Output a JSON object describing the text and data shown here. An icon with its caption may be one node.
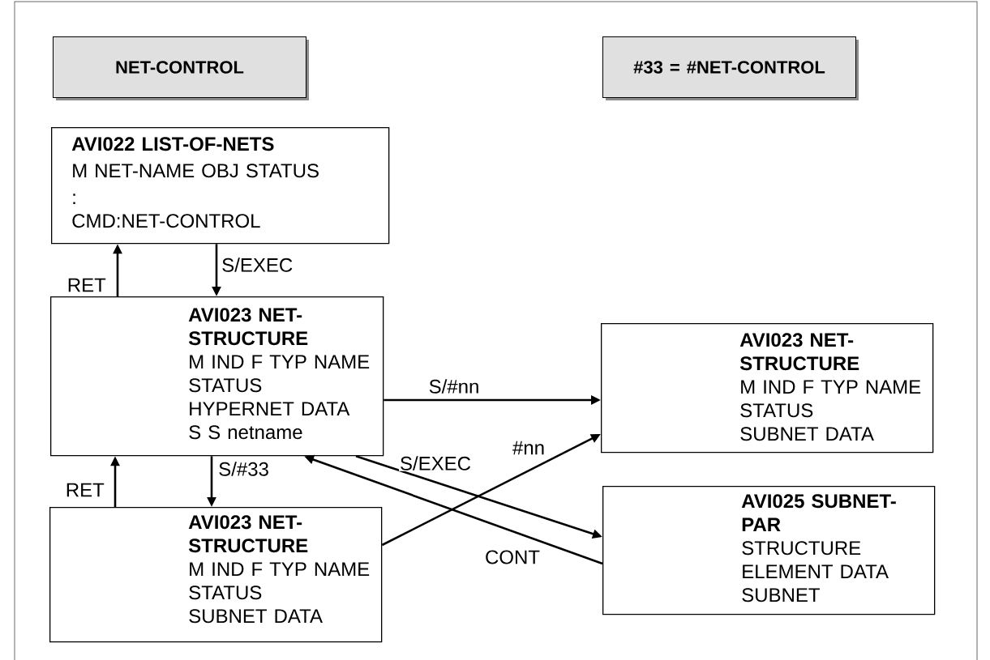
{
  "diagram": {
    "nodes": [
      {
        "text": [
          "NET-CONTROL"
        ]
      },
      {
        "text": [
          "#33 = #NET-CONTROL"
        ]
      },
      {
        "text": [
          "AVI022 LIST-OF-NETS",
          "M NET-NAME OBJ STATUS",
          ":",
          "CMD:NET-CONTROL"
        ]
      },
      {
        "text": [
          "AVI023 NET-STRUCTURE",
          "M IND F TYP NAME STATUS",
          "HYPERNET DATA",
          "S S netname"
        ]
      },
      {
        "text": [
          "AVI023 NET-STRUCTURE",
          "M IND F TYP NAME STATUS",
          "SUBNET DATA"
        ]
      },
      {
        "text": [
          "AVI023 NET-STRUCTURE",
          "M IND F TYP NAME STATUS",
          "SUBNET DATA"
        ]
      },
      {
        "text": [
          "AVI025 SUBNET-PAR",
          "STRUCTURE",
          "ELEMENT DATA",
          "SUBNET"
        ]
      }
    ],
    "edges": [
      {
        "from": 3,
        "to": 2,
        "arrow": "to",
        "label": "RET"
      },
      {
        "from": 2,
        "to": 3,
        "arrow": "to",
        "label": "S/EXEC"
      },
      {
        "from": 4,
        "to": 3,
        "arrow": "to",
        "label": "RET"
      },
      {
        "from": 3,
        "to": 4,
        "arrow": "to",
        "label": "S/#33"
      },
      {
        "from": 3,
        "to": 5,
        "arrow": "to",
        "label": "S/#nn"
      },
      {
        "from": 4,
        "to": 5,
        "arrow": "to",
        "label": "#nn"
      },
      {
        "from": 3,
        "to": 6,
        "arrow": "to",
        "label": "S/EXEC"
      },
      {
        "from": 6,
        "to": 3,
        "arrow": "to",
        "label": "CONT"
      }
    ]
  }
}
